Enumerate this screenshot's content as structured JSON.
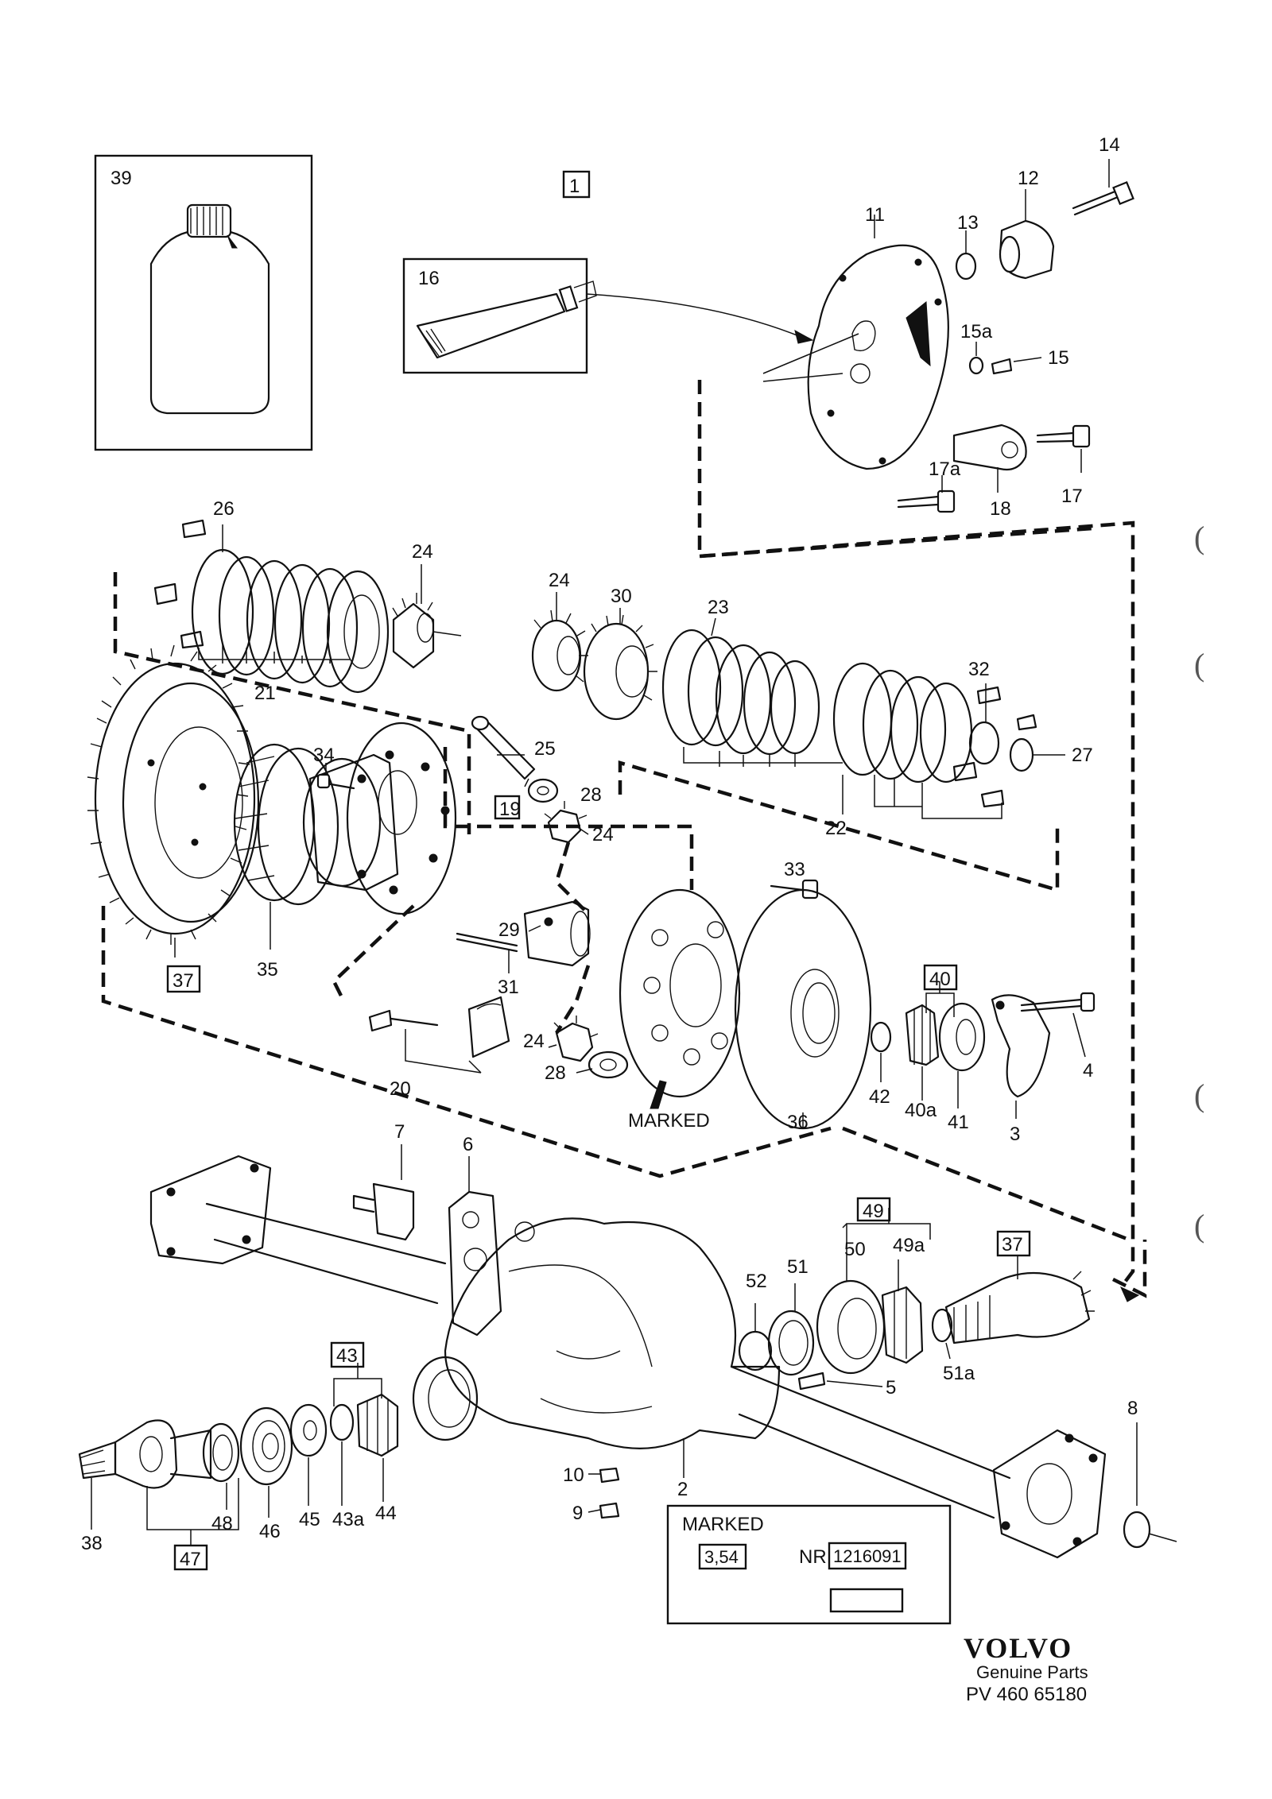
{
  "labels": {
    "p1": "1",
    "p2": "2",
    "p3": "3",
    "p4": "4",
    "p5": "5",
    "p6": "6",
    "p7": "7",
    "p8": "8",
    "p9": "9",
    "p10": "10",
    "p11": "11",
    "p12": "12",
    "p13": "13",
    "p14": "14",
    "p15": "15",
    "p15a": "15a",
    "p16": "16",
    "p17": "17",
    "p17a": "17a",
    "p18": "18",
    "p19": "19",
    "p20": "20",
    "p21": "21",
    "p22": "22",
    "p23": "23",
    "p24a": "24",
    "p24b": "24",
    "p24c": "24",
    "p24d": "24",
    "p25": "25",
    "p26": "26",
    "p27": "27",
    "p28a": "28",
    "p28b": "28",
    "p29": "29",
    "p30": "30",
    "p31": "31",
    "p32": "32",
    "p33": "33",
    "p34": "34",
    "p35": "35",
    "p36": "36",
    "p37a": "37",
    "p37b": "37",
    "p38": "38",
    "p39": "39",
    "p40": "40",
    "p40a": "40a",
    "p41": "41",
    "p42": "42",
    "p43": "43",
    "p43a": "43a",
    "p44": "44",
    "p45": "45",
    "p46": "46",
    "p47": "47",
    "p48": "48",
    "p49": "49",
    "p49a": "49a",
    "p50": "50",
    "p51": "51",
    "p51a": "51a",
    "p52": "52"
  },
  "marked_callout": "MARKED",
  "marked_box": {
    "title": "MARKED",
    "ratio": "3,54",
    "nr_label": "NR",
    "nr_value": "1216091"
  },
  "brand": {
    "logo": "VOLVO",
    "tagline": "Genuine Parts",
    "code": "PV 460 65180"
  },
  "margin_marks": [
    "(",
    "(",
    "(",
    "("
  ]
}
